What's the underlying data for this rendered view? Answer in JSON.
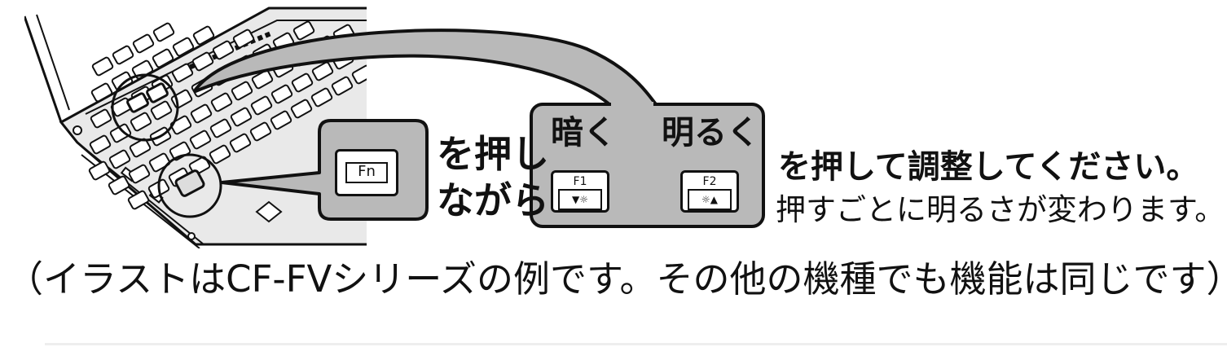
{
  "fn_key": {
    "label": "Fn"
  },
  "callout": {
    "press_while_line1": "を押し",
    "press_while_line2": "ながら",
    "dark_label": "暗く",
    "bright_label": "明るく",
    "f1_label": "F1",
    "f1_sub": "▼☼",
    "f2_label": "F2",
    "f2_sub": "☼▲"
  },
  "instruction": {
    "line1": "を押して調整してください。",
    "line2": "押すごとに明るさが変わります。"
  },
  "caption": "（イラストはCF-FVシリーズの例です。その他の機種でも機能は同じです）",
  "colors": {
    "callout_fill": "#b9b9b9",
    "outline": "#111111",
    "keyboard_key": "#ffffff"
  }
}
